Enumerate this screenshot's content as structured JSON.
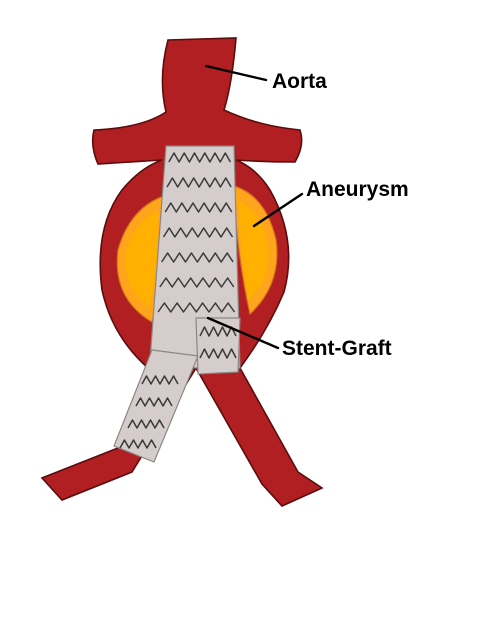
{
  "labels": {
    "aorta": "Aorta",
    "aneurysm": "Aneurysm",
    "stent_graft": "Stent-Graft"
  },
  "colors": {
    "vessel": "#b21f22",
    "vessel_outline": "#5a0d0d",
    "aneurysm_sac": "#ffa51c",
    "aneurysm_core": "#ffb000",
    "graft_fabric": "#d4cdcb",
    "stent_wire": "#3a3a3a",
    "background": "#ffffff"
  }
}
